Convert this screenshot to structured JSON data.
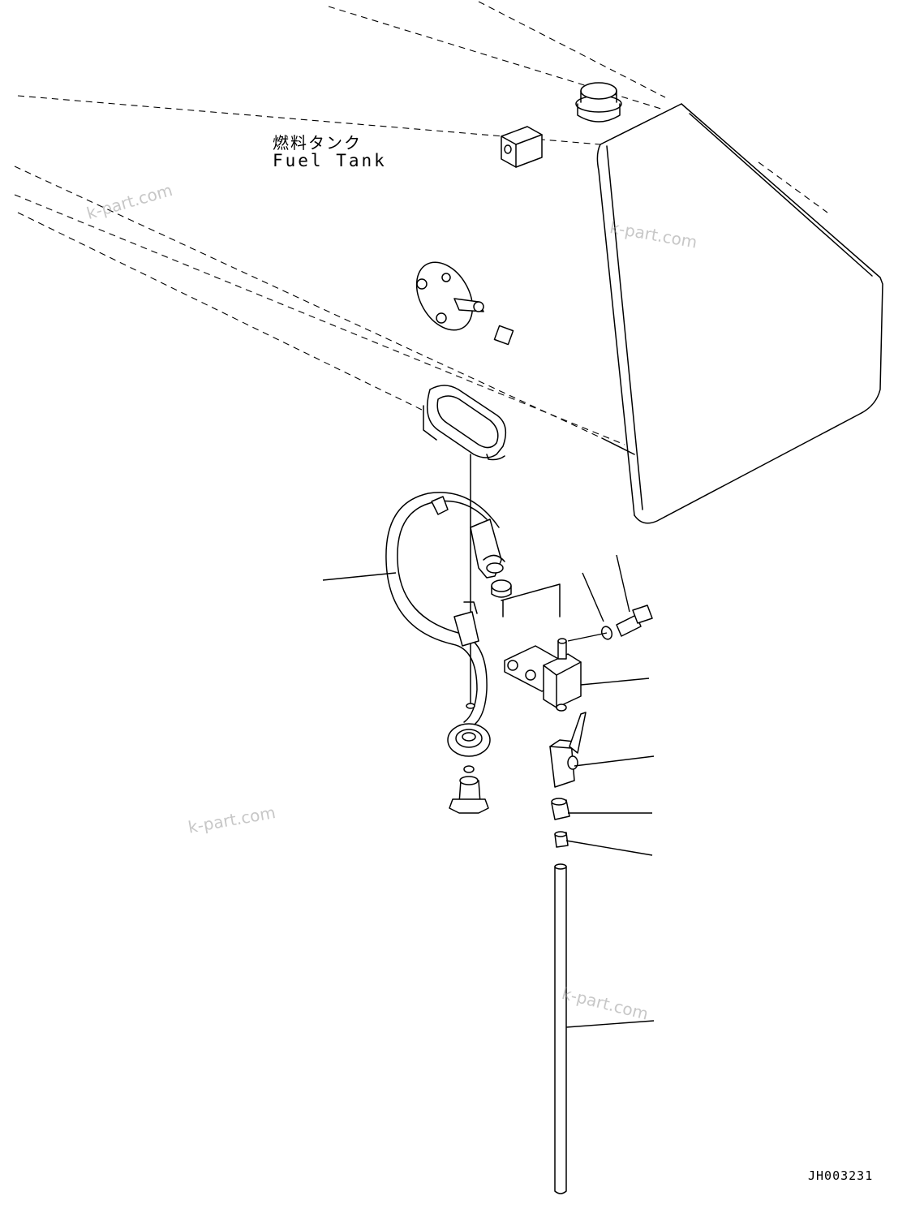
{
  "labels": {
    "fuel_tank_jp": "燃料タンク",
    "fuel_tank_en": "Fuel Tank",
    "drawing_code": "JH003231"
  },
  "watermarks": [
    "k-part.com",
    "k-part.com",
    "k-part.com",
    "k-part.com"
  ]
}
